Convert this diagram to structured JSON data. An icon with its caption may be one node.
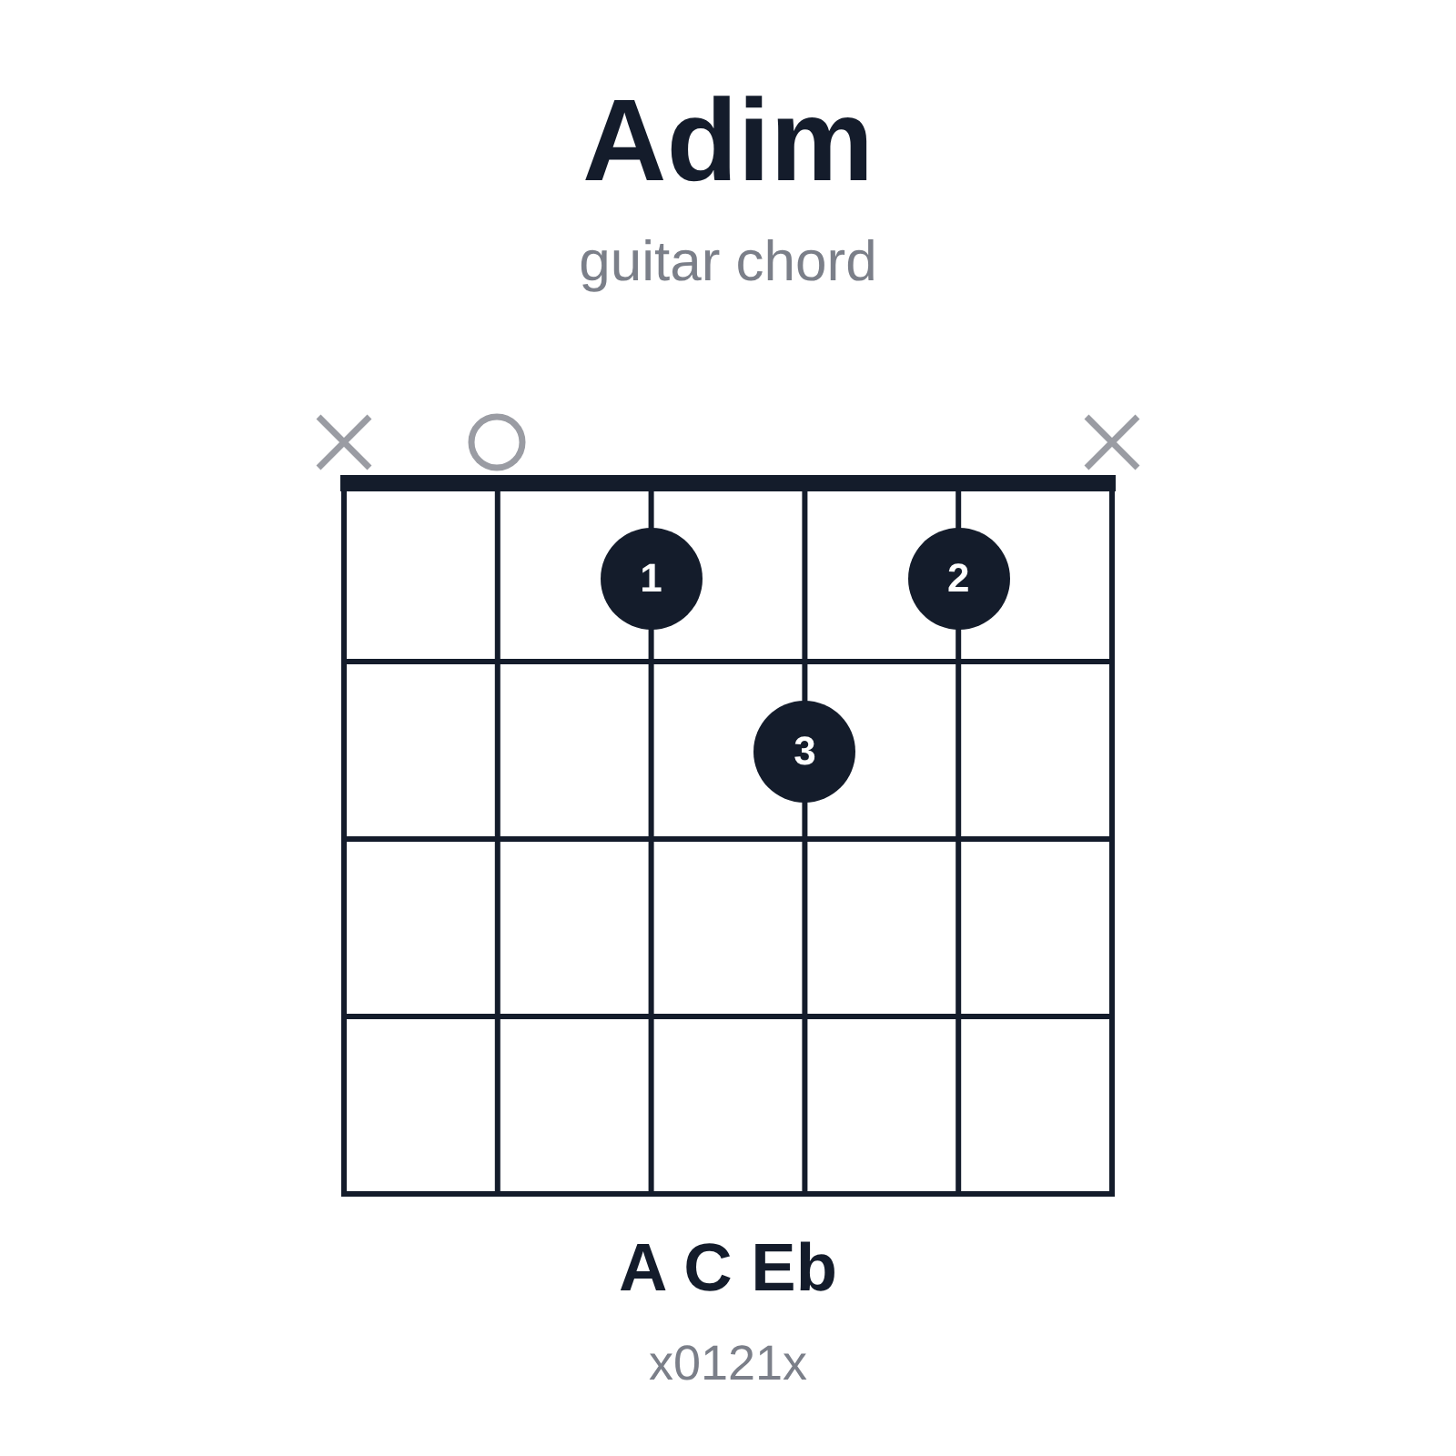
{
  "diagram": {
    "title": "Adim",
    "caption": "guitar chord",
    "nodes": [
      {
        "text": [],
        "shape": "cross"
      },
      {
        "text": [],
        "shape": "circle"
      },
      {
        "text": [],
        "shape": "cross"
      },
      {
        "text": [
          "1"
        ]
      },
      {
        "text": [
          "2"
        ]
      },
      {
        "text": [
          "3"
        ]
      }
    ],
    "edges": [],
    "labels": [
      "A C Eb",
      "x0121x"
    ]
  }
}
